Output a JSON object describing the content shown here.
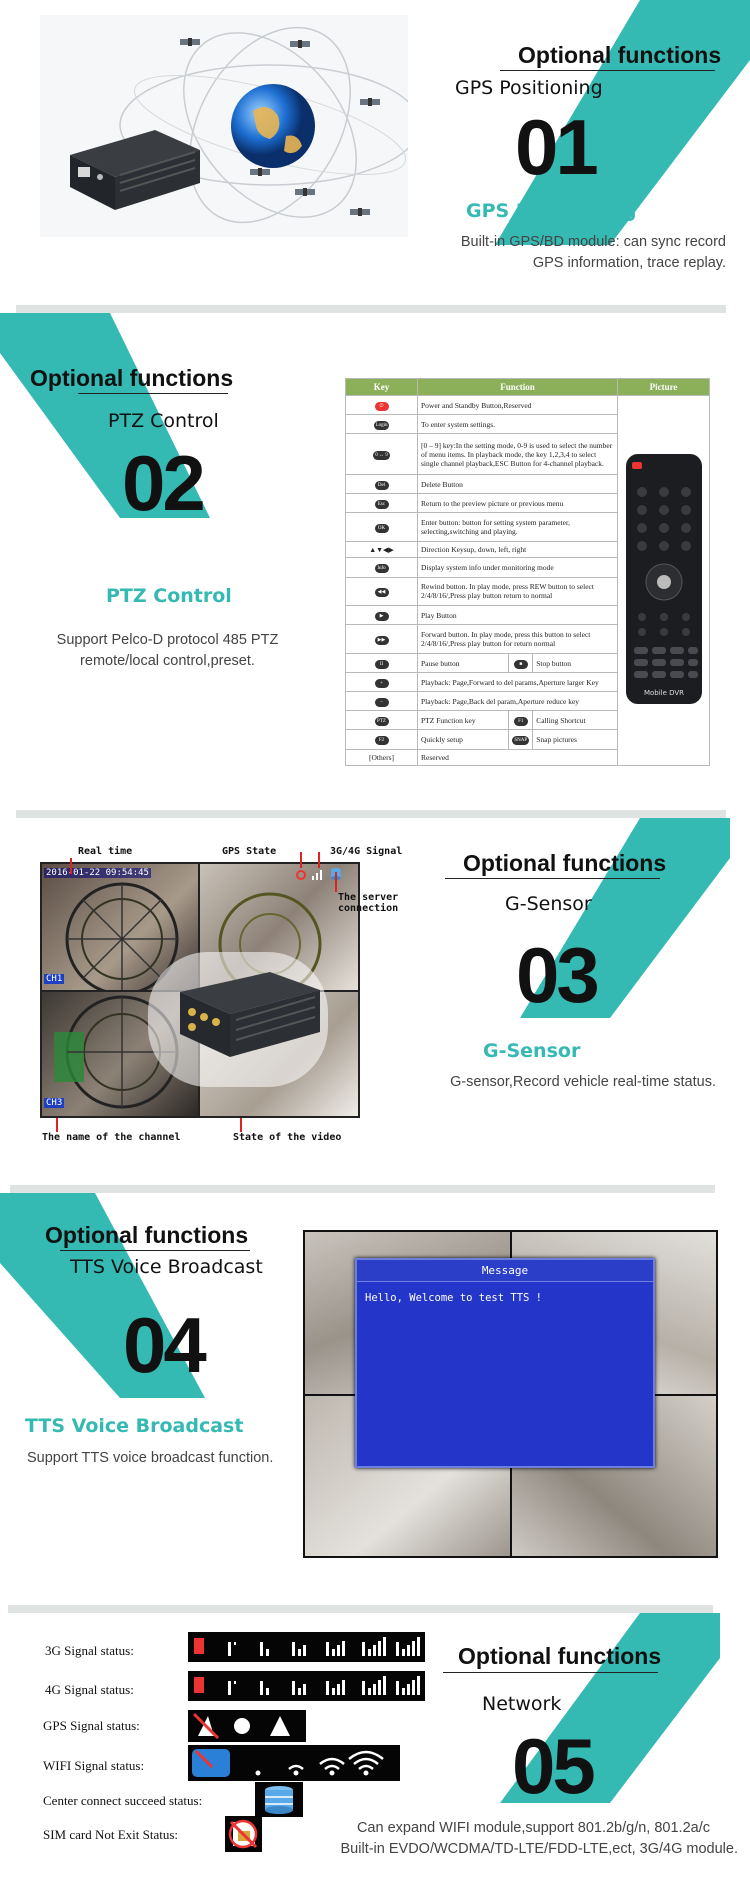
{
  "colors": {
    "accent": "#35b9b3",
    "divider": "#dfe3e2",
    "table_header": "#8cb05a",
    "tts_blue": "#2436c9"
  },
  "sections": [
    {
      "heading": "Optional functions",
      "subtitle": "GPS Positioning",
      "number": "01",
      "feature": "GPS Positioning",
      "description": [
        "Built-in GPS/BD module: can sync record",
        "GPS information, trace replay."
      ]
    },
    {
      "heading": "Optional functions",
      "subtitle": "PTZ Control",
      "number": "02",
      "feature": "PTZ Control",
      "description": [
        "Support Pelco-D protocol 485 PTZ",
        "remote/local control,preset."
      ]
    },
    {
      "heading": "Optional functions",
      "subtitle": "G-Sensor",
      "number": "03",
      "feature": "G-Sensor",
      "description": [
        "G-sensor,Record vehicle real-time status."
      ]
    },
    {
      "heading": "Optional functions",
      "subtitle": "TTS Voice Broadcast",
      "number": "04",
      "feature": "TTS Voice Broadcast",
      "description": [
        "Support TTS voice broadcast function."
      ]
    },
    {
      "heading": "Optional functions",
      "subtitle": "Network",
      "number": "05",
      "description": [
        "Can expand WIFI module,support 801.2b/g/n, 801.2a/c",
        "Built-in EVDO/WCDMA/TD-LTE/FDD-LTE,ect, 3G/4G module."
      ]
    }
  ],
  "ptz_table": {
    "headers": {
      "key": "Key",
      "function": "Function",
      "picture": "Picture"
    },
    "rows": [
      {
        "key": "⏻",
        "function": "Power and Standby Button,Reserved"
      },
      {
        "key": "Login",
        "function": "To enter system settings."
      },
      {
        "key": "0 ↔ 9",
        "function": "[0 – 9] key:In the setting mode, 0-9 is used to select the number of menu items. In playback mode, the key 1,2,3,4 to select single channel playback,ESC Button for 4-channel playback."
      },
      {
        "key": "Del",
        "function": "Delete Button"
      },
      {
        "key": "Esc",
        "function": "Return to the preview picture or previous menu"
      },
      {
        "key": "OK",
        "function": "Enter button: button for setting system parameter, selecting,switching and playing."
      },
      {
        "key": "▲▼◀▶",
        "function": "Direction Keysup, down, left, right"
      },
      {
        "key": "Info",
        "function": "Display system info under monitoring mode"
      },
      {
        "key": "◀◀",
        "function": "Rewind button. In play mode, press REW button to select 2/4/8/16/,Press play button return to normal"
      },
      {
        "key": "▶",
        "function": "Play Button"
      },
      {
        "key": "▶▶",
        "function": "Forward button. In play mode, press this button to select 2/4/8/16/,Press play button for return normal"
      },
      {
        "key": "II",
        "function": "Pause button",
        "key2": "■",
        "function2": "Stop button"
      },
      {
        "key": "+",
        "function": "Playback: Page,Forward to del params,Aperture larger Key"
      },
      {
        "key": "–",
        "function": "Playback: Page,Back del param,Aperture reduce key"
      },
      {
        "key": "PTZ",
        "function": "PTZ Function key",
        "key2": "F1",
        "function2": "Calling Shortcut"
      },
      {
        "key": "F2",
        "function": "Quickly setup",
        "key2": "SNAP",
        "function2": "Snap pictures"
      },
      {
        "key": "[Others]",
        "function": "Reserved"
      }
    ],
    "remote_label": "Mobile DVR"
  },
  "gsensor_screen": {
    "timestamp": "2016-01-22 09:54:45",
    "channels": [
      "CH1",
      "CH3"
    ],
    "labels": {
      "real_time": "Real time",
      "gps_state": "GPS State",
      "signal": "3G/4G Signal",
      "server": [
        "The server",
        "connection"
      ],
      "channel_name": "The name of the channel",
      "video_state": "State of the video"
    }
  },
  "tts_dialog": {
    "title": "Message",
    "body": "Hello, Welcome to test TTS !"
  },
  "network_status": [
    {
      "label": "3G Signal  status:"
    },
    {
      "label": "4G Signal  status:"
    },
    {
      "label": "GPS Signal  status:"
    },
    {
      "label": "WIFI Signal  status:"
    },
    {
      "label": "Center connect succeed status:"
    },
    {
      "label": "SIM card Not Exit Status:"
    }
  ],
  "icons": [
    "satellite-icon",
    "globe-icon",
    "dvr-device-icon",
    "remote-control-icon",
    "signal-bars-icon",
    "wifi-icon",
    "gps-icon",
    "server-icon",
    "sim-card-icon"
  ]
}
